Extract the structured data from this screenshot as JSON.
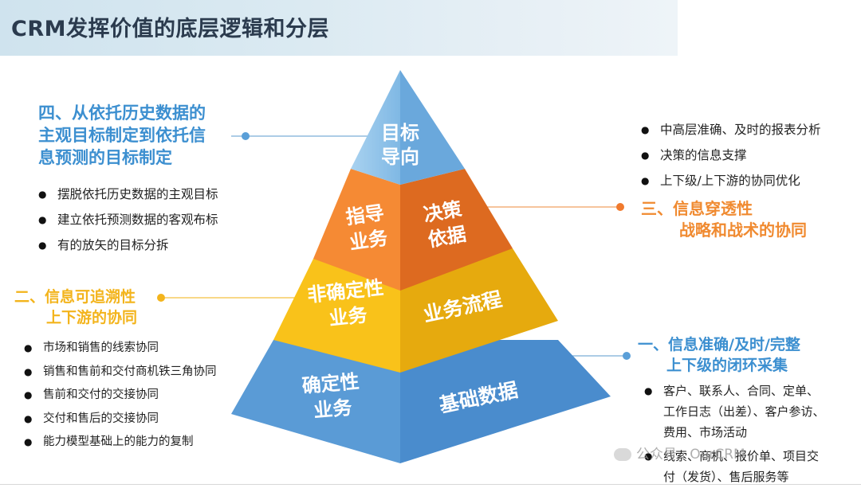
{
  "title": "CRM发挥价值的底层逻辑和分层",
  "pyramid": {
    "top": [
      "目标",
      "导向"
    ],
    "l2_left": [
      "指导",
      "业务"
    ],
    "l2_right": [
      "决策",
      "依据"
    ],
    "l3_left": [
      "非确定性",
      "业务"
    ],
    "l3_right": "业务流程",
    "l4_left": [
      "确定性",
      "业务"
    ],
    "l4_right": "基础数据"
  },
  "left_top": {
    "heading": [
      "四、从依托历史数据的",
      "主观目标制定到依托信",
      "息预测的目标制定"
    ],
    "bullets": [
      "摆脱依托历史数据的主观目标",
      "建立依托预测数据的客观布标",
      "有的放矢的目标分拆"
    ]
  },
  "left_mid": {
    "heading": [
      "二、信息可追溯性",
      "上下游的协同"
    ],
    "bullets": [
      "市场和销售的线索协同",
      "销售和售前和交付商机铁三角协同",
      "售前和交付的交接协同",
      "交付和售后的交接协同",
      "能力模型基础上的能力的复制"
    ]
  },
  "right_top": {
    "bullets": [
      "中高层准确、及时的报表分析",
      "决策的信息支撑",
      "上下级/上下游的协同优化"
    ],
    "heading": [
      "三、信息穿透性",
      "战略和战术的协同"
    ]
  },
  "right_bottom": {
    "heading": [
      "一、信息准确/及时/完整",
      "上下级的闭环采集"
    ],
    "bullets": [
      [
        "客户、联系人、合同、定单、",
        "工作日志（出差）、客户参访、",
        "费用、市场活动"
      ],
      [
        "线索、商机、报价单、项目交",
        "付（发货）、售后服务等"
      ]
    ]
  },
  "watermark": "公众号 · OurCRM",
  "colors": {
    "top": "#8ec2e8",
    "orange": "#f07a2e",
    "yellow": "#f8b914",
    "blue": "#4e93d2",
    "heading_blue": "#3c8fd0",
    "heading_orange": "#f08a30",
    "heading_gold": "#f3b41c"
  }
}
